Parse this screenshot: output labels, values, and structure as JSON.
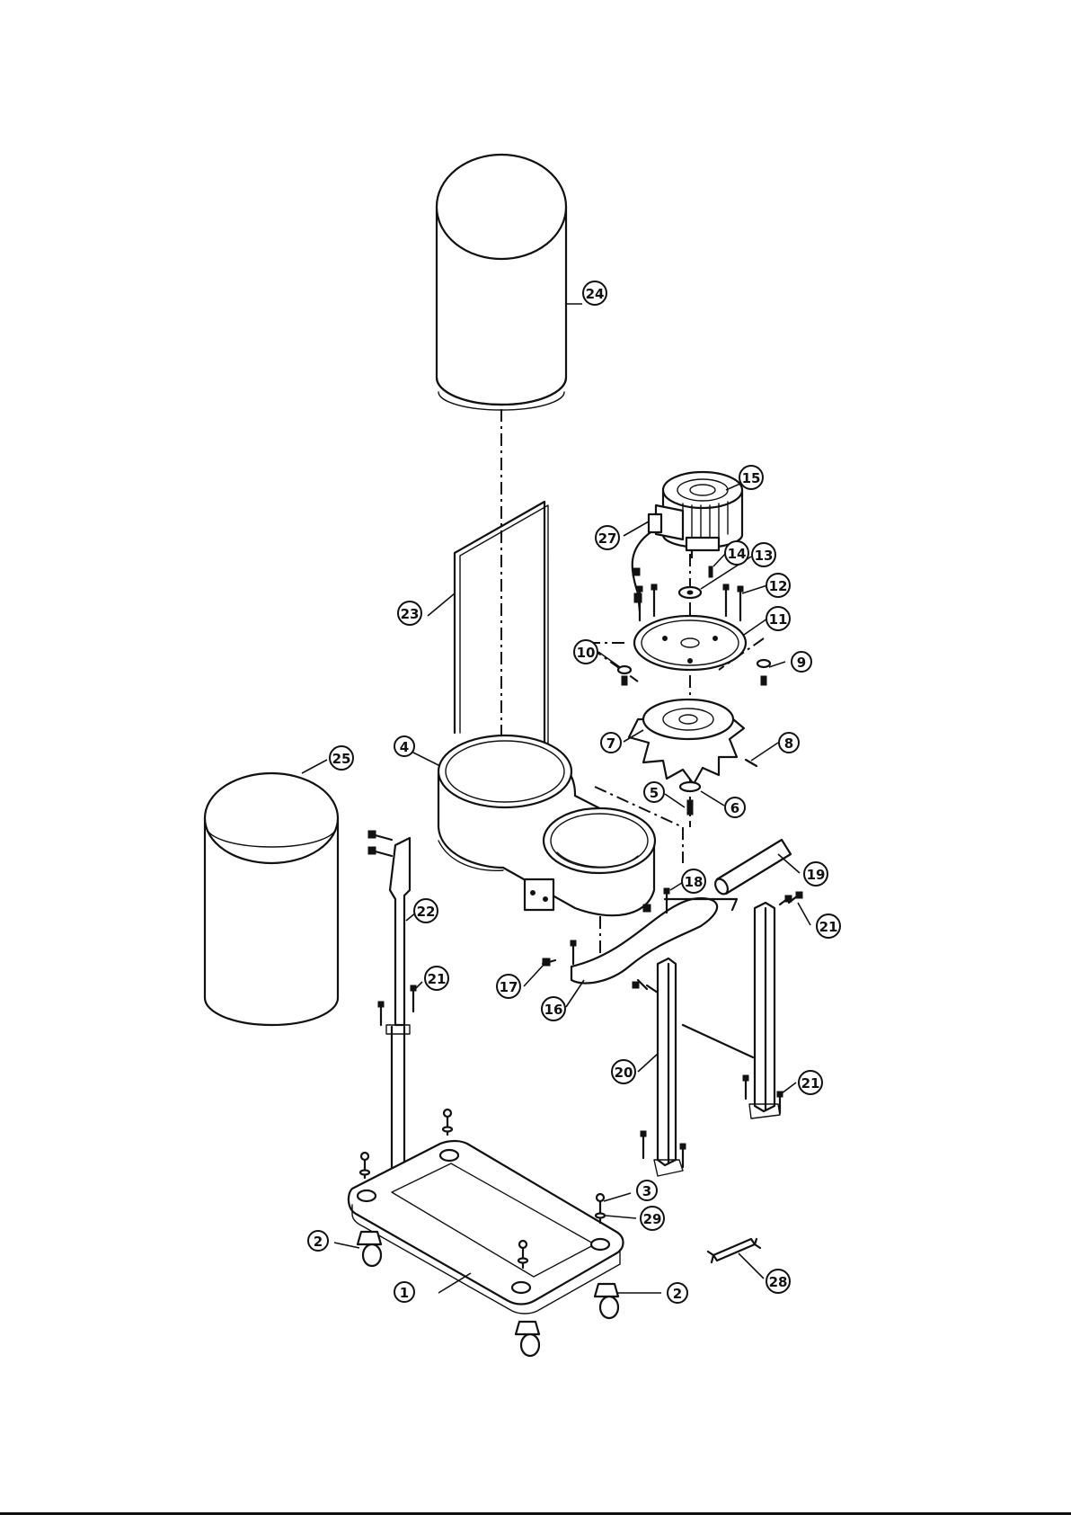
{
  "diagram": {
    "type": "exploded-parts-diagram",
    "line_color": "#111111",
    "background": "#ffffff",
    "callouts": [
      {
        "id": "c1",
        "label": "1"
      },
      {
        "id": "c2a",
        "label": "2"
      },
      {
        "id": "c2b",
        "label": "2"
      },
      {
        "id": "c3",
        "label": "3"
      },
      {
        "id": "c4",
        "label": "4"
      },
      {
        "id": "c5",
        "label": "5"
      },
      {
        "id": "c6",
        "label": "6"
      },
      {
        "id": "c7",
        "label": "7"
      },
      {
        "id": "c8",
        "label": "8"
      },
      {
        "id": "c9",
        "label": "9"
      },
      {
        "id": "c10",
        "label": "10"
      },
      {
        "id": "c11",
        "label": "11"
      },
      {
        "id": "c12",
        "label": "12"
      },
      {
        "id": "c13",
        "label": "13"
      },
      {
        "id": "c14",
        "label": "14"
      },
      {
        "id": "c15",
        "label": "15"
      },
      {
        "id": "c16",
        "label": "16"
      },
      {
        "id": "c17",
        "label": "17"
      },
      {
        "id": "c18",
        "label": "18"
      },
      {
        "id": "c19",
        "label": "19"
      },
      {
        "id": "c20",
        "label": "20"
      },
      {
        "id": "c21a",
        "label": "21"
      },
      {
        "id": "c21b",
        "label": "21"
      },
      {
        "id": "c21c",
        "label": "21"
      },
      {
        "id": "c22",
        "label": "22"
      },
      {
        "id": "c23",
        "label": "23"
      },
      {
        "id": "c24",
        "label": "24"
      },
      {
        "id": "c25",
        "label": "25"
      },
      {
        "id": "c27",
        "label": "27"
      },
      {
        "id": "c28",
        "label": "28"
      },
      {
        "id": "c29",
        "label": "29"
      }
    ]
  }
}
